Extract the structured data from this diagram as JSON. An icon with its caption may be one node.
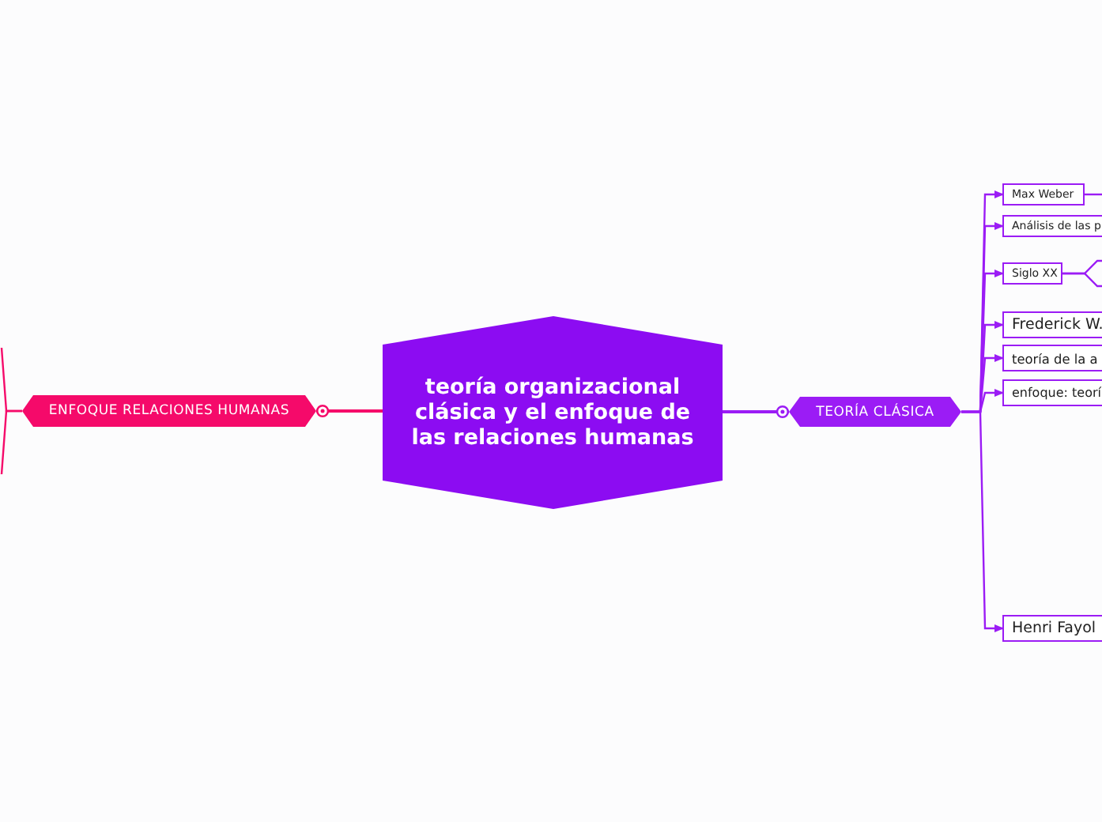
{
  "diagram": {
    "nodes": [
      {
        "text": [
          "teoría organizacional clásica y el enfoque de las relaciones humanas"
        ]
      },
      {
        "text": [
          "ENFOQUE RELACIONES HUMANAS"
        ]
      },
      {
        "text": [
          "TEORÍA CLÁSICA"
        ]
      },
      {
        "text": [
          "Max Weber"
        ]
      },
      {
        "text": [
          "Análisis de las p"
        ]
      },
      {
        "text": [
          "Siglo XX"
        ]
      },
      {
        "text": [
          "Frederick W."
        ]
      },
      {
        "text": [
          "teoría de la a"
        ]
      },
      {
        "text": [
          "enfoque: teorí"
        ]
      },
      {
        "text": [
          "Henri Fayol"
        ]
      }
    ],
    "edges": [
      {
        "from": 0,
        "to": 1,
        "arrow": "other",
        "color": "#f50a6a"
      },
      {
        "from": 0,
        "to": 2,
        "arrow": "other"
      },
      {
        "from": 2,
        "to": 3,
        "arrow": "to"
      },
      {
        "from": 2,
        "to": 4,
        "arrow": "to"
      },
      {
        "from": 2,
        "to": 5,
        "arrow": "to"
      },
      {
        "from": 2,
        "to": 6,
        "arrow": "to"
      },
      {
        "from": 2,
        "to": 7,
        "arrow": "to"
      },
      {
        "from": 2,
        "to": 8,
        "arrow": "to"
      },
      {
        "from": 2,
        "to": 9,
        "arrow": "to"
      },
      {
        "from": 3,
        "to": null,
        "arrow": "none"
      },
      {
        "from": 5,
        "to": null,
        "arrow": "none"
      },
      {
        "from": 5,
        "to": null,
        "arrow": "none"
      },
      {
        "from": 1,
        "to": null,
        "arrow": "none",
        "color": "#f50a6a"
      },
      {
        "from": 1,
        "to": null,
        "arrow": "none",
        "color": "#f50a6a"
      }
    ]
  }
}
